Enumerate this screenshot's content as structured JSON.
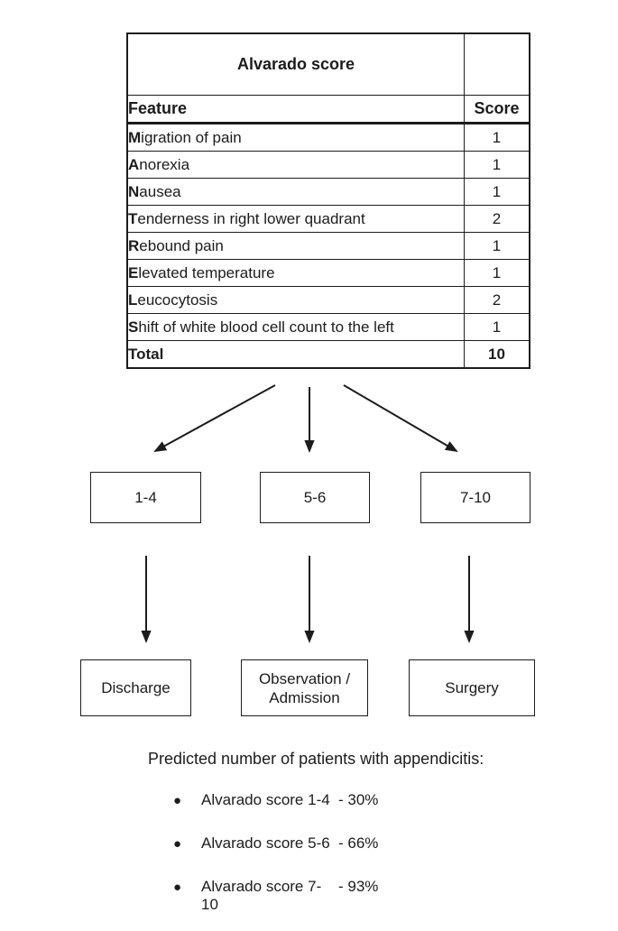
{
  "table": {
    "title": "Alvarado score",
    "header": {
      "feature": "Feature",
      "score": "Score"
    },
    "rows": [
      {
        "initial": "M",
        "rest": "igration of pain",
        "score": "1"
      },
      {
        "initial": "A",
        "rest": "norexia",
        "score": "1"
      },
      {
        "initial": "N",
        "rest": "ausea",
        "score": "1"
      },
      {
        "initial": "T",
        "rest": "enderness in right lower quadrant",
        "score": "2"
      },
      {
        "initial": "R",
        "rest": "ebound pain",
        "score": "1"
      },
      {
        "initial": "E",
        "rest": "levated temperature",
        "score": "1"
      },
      {
        "initial": "L",
        "rest": "eucocytosis",
        "score": "2"
      },
      {
        "initial": "S",
        "rest": "hift of white blood cell count to the left",
        "score": "1"
      }
    ],
    "total": {
      "label": "Total",
      "score": "10"
    }
  },
  "ranges": [
    {
      "label": "1-4"
    },
    {
      "label": "5-6"
    },
    {
      "label": "7-10"
    }
  ],
  "outcomes": [
    {
      "label": "Discharge"
    },
    {
      "label": "Observation / Admission"
    },
    {
      "label": "Surgery"
    }
  ],
  "prediction": {
    "heading": "Predicted number of patients with appendicitis:",
    "bullet_glyph": "●",
    "bullets": [
      {
        "label": "Alvarado score 1-4",
        "value": "- 30%"
      },
      {
        "label": "Alvarado score 5-6",
        "value": "- 66%"
      },
      {
        "label": "Alvarado score 7-10",
        "value": "- 93%"
      }
    ]
  },
  "colors": {
    "ink": "#1c1c1c",
    "background": "#ffffff"
  }
}
